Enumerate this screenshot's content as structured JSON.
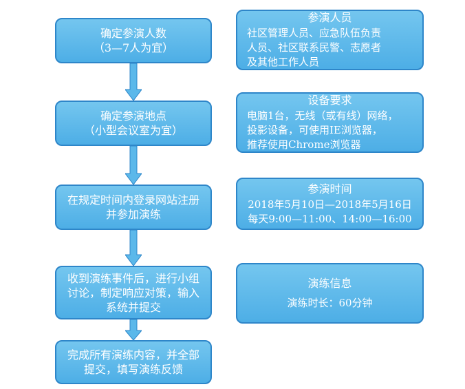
{
  "steps": [
    {
      "lines": [
        "确定参演人数",
        "（3—7人为宜）"
      ]
    },
    {
      "lines": [
        "确定参演地点",
        "（小型会议室为宜）"
      ]
    },
    {
      "lines": [
        "在规定时间内登录网站注册",
        "并参加演练"
      ]
    },
    {
      "lines": [
        "收到演练事件后，进行小组",
        "讨论，制定响应对策，输入",
        "系统并提交"
      ]
    },
    {
      "lines": [
        "完成所有演练内容，并全部",
        "提交，填写演练反馈"
      ]
    }
  ],
  "info": [
    {
      "title": "参演人员",
      "lines": [
        "社区管理人员、应急队伍负责",
        "人员、社区联系民警、志愿者",
        "及其他工作人员"
      ]
    },
    {
      "title": "设备要求",
      "lines": [
        "电脑1台，无线（或有线）网络，",
        "投影设备，可使用IE浏览器，",
        "推荐使用Chrome浏览器"
      ]
    },
    {
      "title": "参演时间",
      "lines": [
        "2018年5月10日—2018年5月16日",
        "每天9:00—11:00、14:00—16:00"
      ]
    },
    {
      "title": "演练信息",
      "lines": [
        "演练时长：60分钟"
      ]
    }
  ],
  "colors": {
    "box_fill": "#5bb8ea",
    "box_border": "#2e86c9",
    "arrow": "#5bb8ea",
    "text": "#ffffff"
  }
}
